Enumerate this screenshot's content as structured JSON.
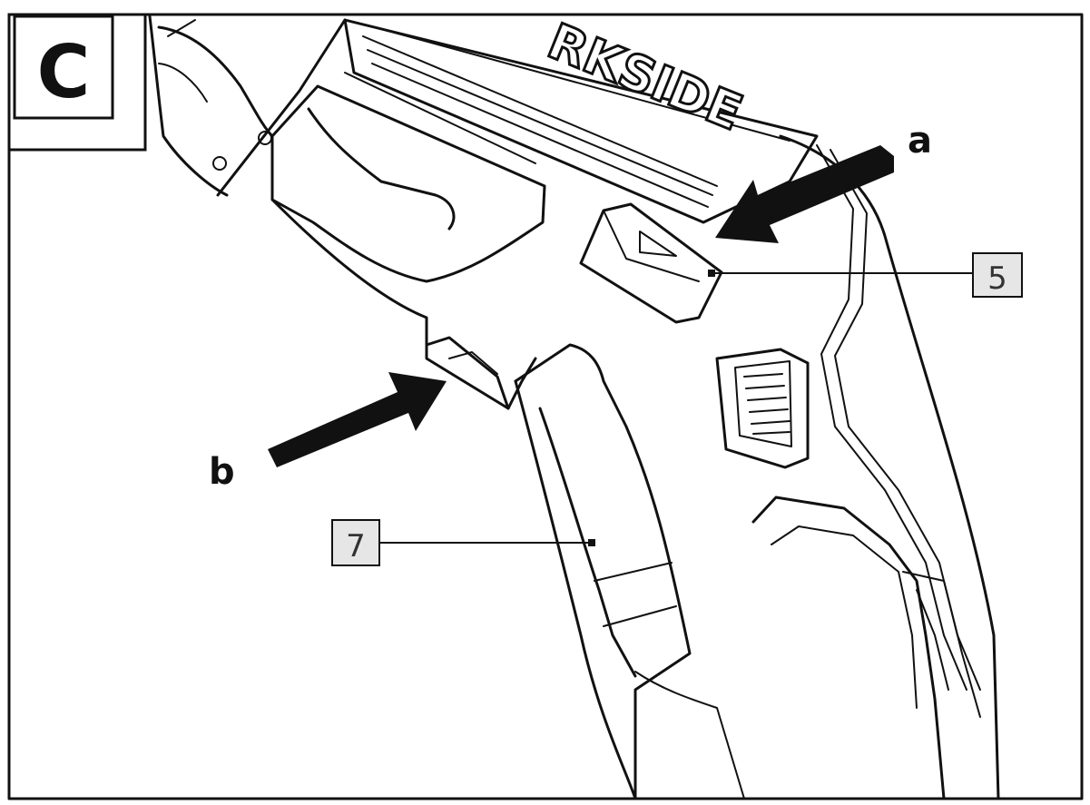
{
  "figure": {
    "label": "C",
    "brand_text": "RKSIDE"
  },
  "arrows": [
    {
      "letter": "a"
    },
    {
      "letter": "b"
    }
  ],
  "callouts": [
    {
      "number": "5"
    },
    {
      "number": "7"
    }
  ],
  "colors": {
    "ink": "#111111",
    "callout_fill": "#e6e6e6",
    "background": "#ffffff"
  }
}
